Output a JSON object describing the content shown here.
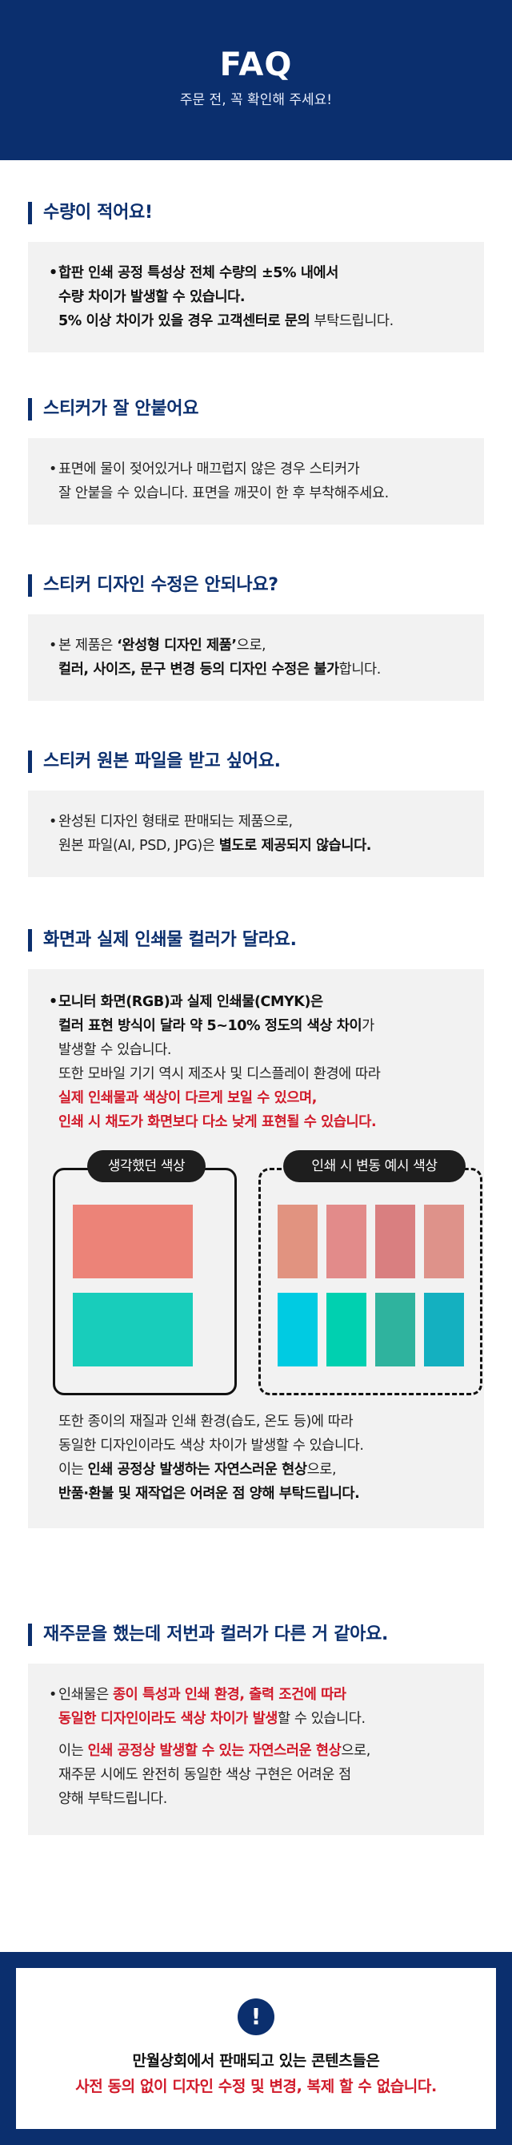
{
  "header": {
    "title": "FAQ",
    "subtitle": "주문 전, 꼭 확인해 주세요!"
  },
  "q1": {
    "title": "수량이 적어요!",
    "l1": "합판 인쇄 공정 특성상 전체 수량의 ±5% 내에서",
    "l2": "수량 차이가 발생할 수 있습니다.",
    "l3a": "5% 이상 차이가 있을 경우 고객센터로 문의",
    "l3b": " 부탁드립니다."
  },
  "q2": {
    "title": "스티커가 잘 안붙어요",
    "l1": "표면에 물이 젖어있거나 매끄럽지 않은 경우 스티커가",
    "l2": "잘 안붙을 수 있습니다. 표면을 깨끗이 한 후 부착해주세요."
  },
  "q3": {
    "title": "스티커 디자인 수정은 안되나요?",
    "l1a": "본 제품은 ",
    "l1b": "‘완성형 디자인 제품’",
    "l1c": "으로,",
    "l2a": "컬러, 사이즈, 문구 변경 등의 디자인 수정은 불가",
    "l2b": "합니다."
  },
  "q4": {
    "title": "스티커 원본 파일을 받고 싶어요.",
    "l1": "완성된 디자인 형태로 판매되는 제품으로,",
    "l2a": "원본 파일(AI, PSD, JPG)은 ",
    "l2b": "별도로 제공되지 않습니다."
  },
  "q5": {
    "title": "화면과 실제 인쇄물 컬러가 달라요.",
    "l1": "모니터 화면(RGB)과 실제 인쇄물(CMYK)은",
    "l2a": "컬러 표현 방식이 달라 약 5~10% 정도의 색상 차이",
    "l2b": "가",
    "l3": "발생할 수 있습니다.",
    "l4": "또한 모바일 기기 역시 제조사 및 디스플레이 환경에 따라",
    "l5": "실제 인쇄물과 색상이 다르게 보일 수 있으며,",
    "l6": "인쇄 시 채도가 화면보다 다소 낮게 표현될 수 있습니다.",
    "pill_left": "생각했던 색상",
    "pill_right": "인쇄 시 변동 예시 색상",
    "swatch_left": [
      "#ec8378",
      "#18cdbb"
    ],
    "swatch_right_top": [
      "#e19380",
      "#e28b8a",
      "#d97f80",
      "#de928a"
    ],
    "swatch_right_bottom": [
      "#00cbe2",
      "#00d0b0",
      "#2fb39e",
      "#14b0c0"
    ],
    "p2l1": "또한 종이의 재질과 인쇄 환경(습도, 온도 등)에 따라",
    "p2l2": "동일한 디자인이라도 색상 차이가 발생할 수 있습니다.",
    "p2l3a": "이는 ",
    "p2l3b": "인쇄 공정상 발생하는 자연스러운 현상",
    "p2l3c": "으로,",
    "p2l4": "반품·환불 및 재작업은 어려운 점 양해 부탁드립니다."
  },
  "q6": {
    "title": "재주문을 했는데 저번과 컬러가 다른 거 같아요.",
    "l1a": "인쇄물은 ",
    "l1b": "종이 특성과 인쇄 환경, 출력 조건에 따라",
    "l2a": "동일한 디자인이라도 색상 차이가 발생",
    "l2b": "할 수 있습니다.",
    "p2l1a": "이는 ",
    "p2l1b": "인쇄 공정상 발생할 수 있는 자연스러운 현상",
    "p2l1c": "으로,",
    "p2l2": "재주문 시에도 완전히 동일한 색상 구현은 어려운 점",
    "p2l3": "양해 부탁드립니다."
  },
  "footer": {
    "icon": "!",
    "l1": "만월상회에서 판매되고 있는 콘텐츠들은",
    "l2": "사전 동의 없이 디자인 수정 및 변경, 복제 할 수 없습니다."
  },
  "colors": {
    "navy": "#0b2f6e",
    "red": "#d11a2a",
    "box": "#f2f2f2"
  }
}
